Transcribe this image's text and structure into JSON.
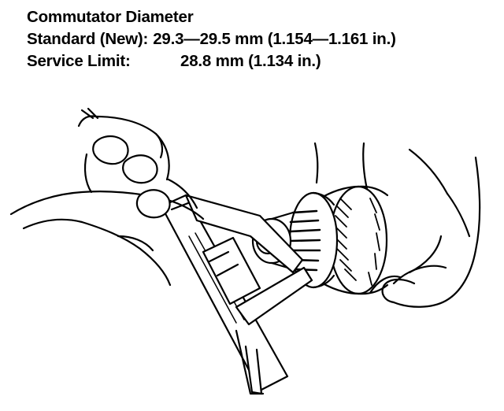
{
  "spec": {
    "title": "Commutator Diameter",
    "standard_label": "Standard (New):",
    "standard_value": "29.3—29.5 mm (1.154—1.161 in.)",
    "service_label": "Service Limit:",
    "service_value": "28.8 mm (1.134 in.)"
  },
  "illustration": {
    "icon": "caliper-measuring-commutator-drawing"
  }
}
